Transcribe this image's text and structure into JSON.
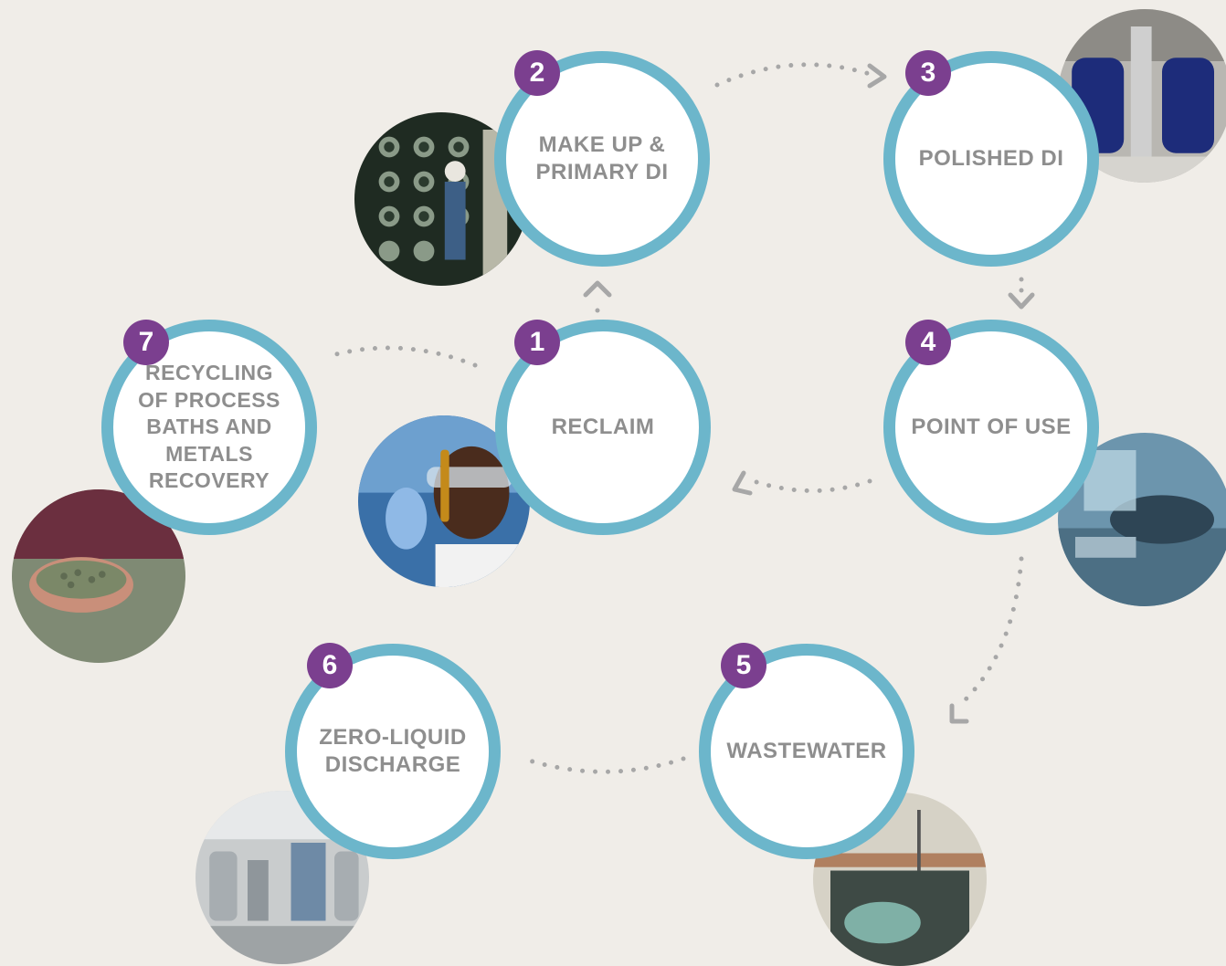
{
  "colors": {
    "background": "#f0ede8",
    "ring": "#6cb6cb",
    "badge": "#7b3f8f",
    "label": "#8e8e8e",
    "arrow": "#a7a7a7"
  },
  "steps": [
    {
      "number": "1",
      "label": "RECLAIM",
      "photo_icon": "lab-technician-test-tube-photo"
    },
    {
      "number": "2",
      "label": "MAKE UP &\nPRIMARY DI",
      "photo_icon": "worker-membrane-rack-photo"
    },
    {
      "number": "3",
      "label": "POLISHED DI",
      "photo_icon": "blue-pressure-vessels-photo"
    },
    {
      "number": "4",
      "label": "POINT OF USE",
      "photo_icon": "wafer-tool-photo"
    },
    {
      "number": "5",
      "label": "WASTEWATER",
      "photo_icon": "treatment-basin-photo"
    },
    {
      "number": "6",
      "label": "ZERO-LIQUID\nDISCHARGE",
      "photo_icon": "zld-plant-photo"
    },
    {
      "number": "7",
      "label": "RECYCLING\nOF PROCESS\nBATHS AND\nMETALS\nRECOVERY",
      "photo_icon": "hands-holding-pellets-photo"
    }
  ]
}
